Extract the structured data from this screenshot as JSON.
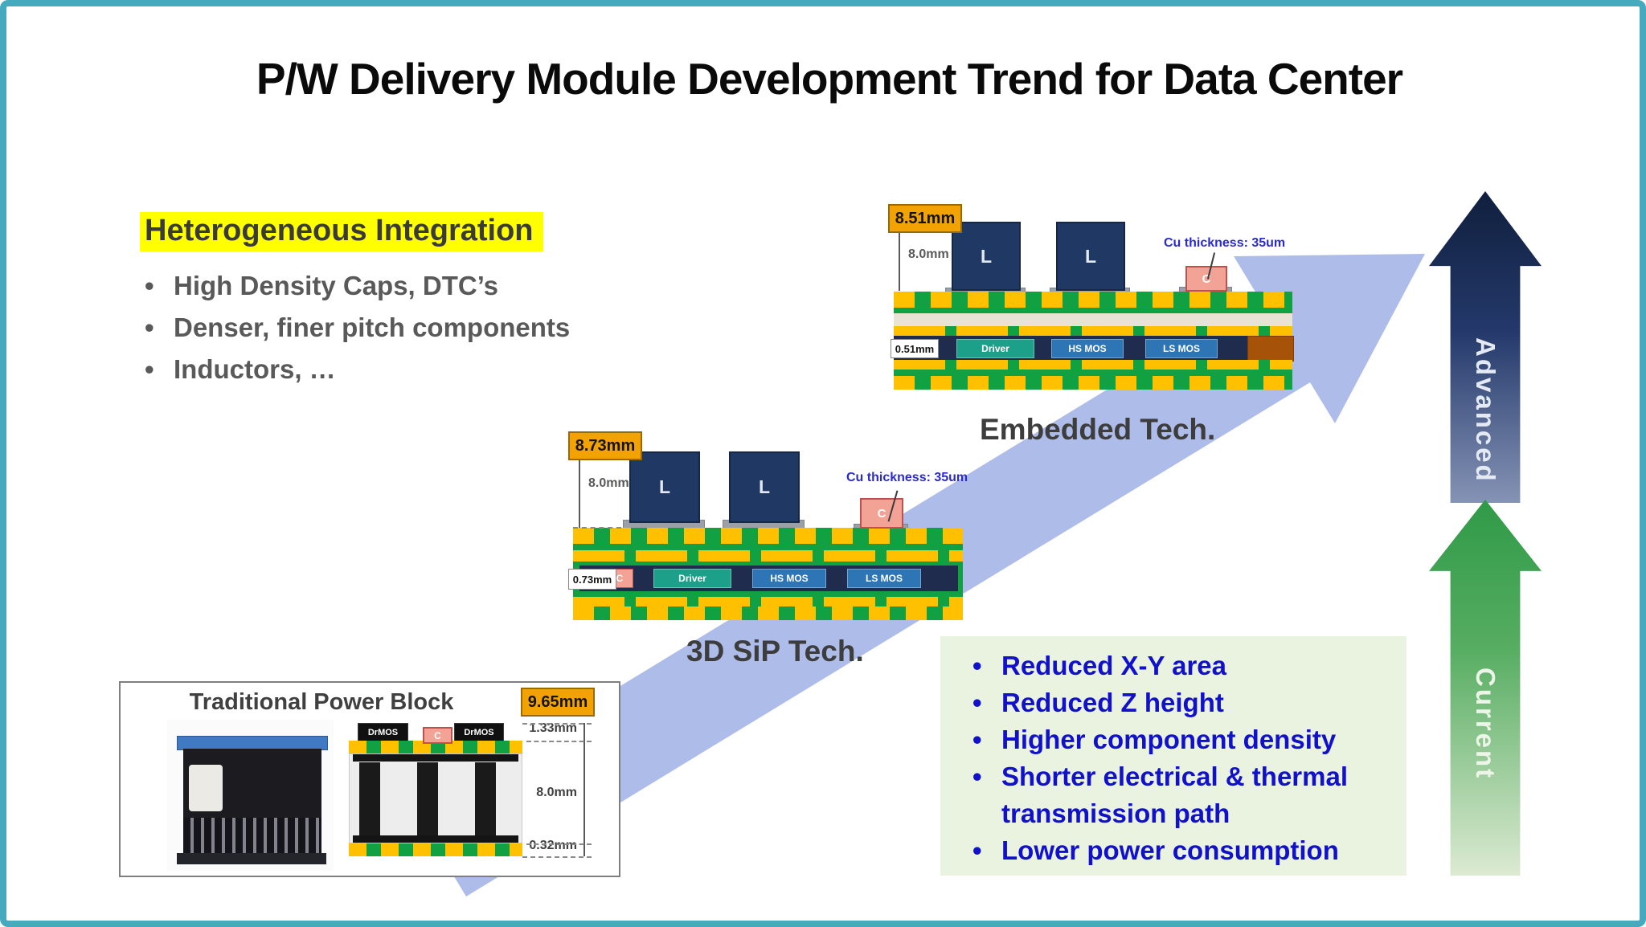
{
  "slide": {
    "title": "P/W Delivery Module Development Trend for Data Center"
  },
  "hetero": {
    "title": "Heterogeneous Integration",
    "bullets": [
      "High Density Caps, DTC’s",
      "Denser, finer pitch components",
      "Inductors, …"
    ],
    "bullet_glyph": "•"
  },
  "traditional": {
    "title": "Traditional Power Block",
    "badge": "9.65mm",
    "drmos_left": "DrMOS",
    "drmos_right": "DrMOS",
    "cap": "C",
    "dims": {
      "top": "1.33mm",
      "mid": "8.0mm",
      "bottom": "0.32mm"
    }
  },
  "sip": {
    "caption": "3D SiP Tech.",
    "badge": "8.73mm",
    "height": "8.0mm",
    "cu": "Cu thickness: 35um",
    "inner": "0.73mm",
    "inductor": "L",
    "cap": "C",
    "chips": {
      "driver": "Driver",
      "hs": "HS MOS",
      "ls": "LS MOS"
    }
  },
  "embedded": {
    "caption": "Embedded Tech.",
    "badge": "8.51mm",
    "height": "8.0mm",
    "cu": "Cu thickness: 35um",
    "inner": "0.51mm",
    "inductor": "L",
    "cap": "C",
    "chips": {
      "driver": "Driver",
      "hs": "HS MOS",
      "ls": "LS MOS"
    }
  },
  "benefits": {
    "items": [
      "Reduced X-Y area",
      "Reduced Z height",
      "Higher component density",
      "Shorter electrical & thermal transmission path",
      "Lower power consumption"
    ],
    "bullet_glyph": "•"
  },
  "axis": {
    "advanced": "Advanced",
    "current": "Current"
  },
  "colors": {
    "frame": "#45AABD",
    "highlight": "#FFFF00",
    "badge": "#F2A202",
    "trend_arrow": "#A9B8E8",
    "advanced_navy": "#1F3864",
    "current_green": "#2F9A47",
    "benefit_text": "#1111CC",
    "pcb_green": "#12A142",
    "copper": "#FFC000",
    "benefit_bg": "#EAF3DF"
  }
}
